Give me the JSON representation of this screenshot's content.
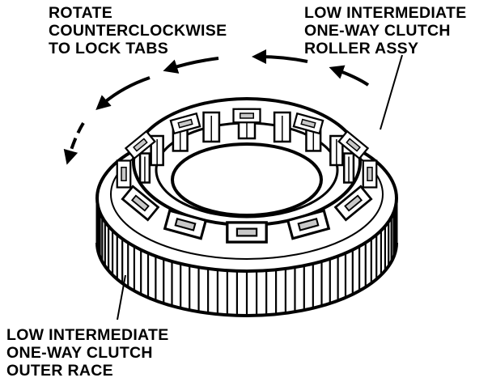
{
  "labels": {
    "rotate_instruction": [
      "ROTATE",
      "COUNTERCLOCKWISE",
      "TO LOCK TABS"
    ],
    "roller_assembly": [
      "LOW INTERMEDIATE",
      "ONE-WAY CLUTCH",
      "ROLLER ASSY"
    ],
    "outer_race": [
      "LOW INTERMEDIATE",
      "ONE-WAY CLUTCH",
      "OUTER RACE"
    ]
  },
  "colors": {
    "ink": "#000000",
    "paper": "#ffffff",
    "tab_shade": "#c8c8c8"
  }
}
